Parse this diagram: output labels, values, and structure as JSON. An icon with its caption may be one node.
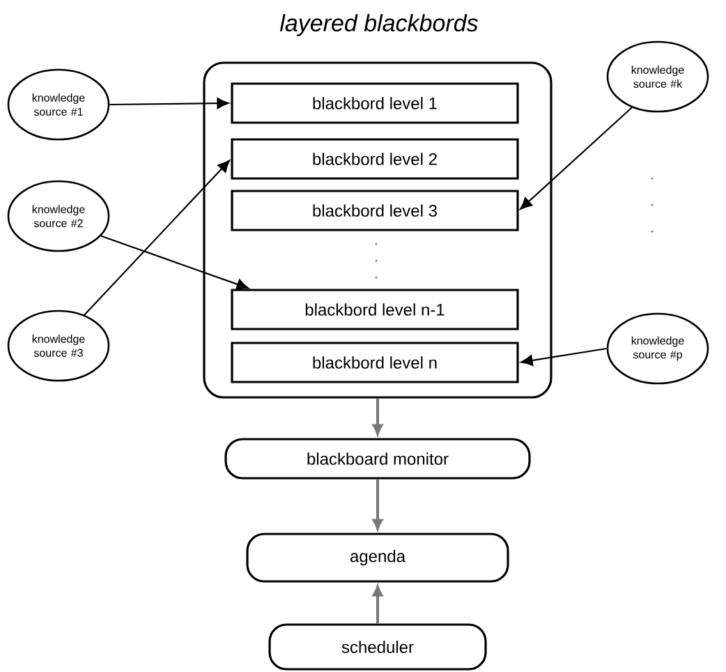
{
  "diagram": {
    "title": "layered blackbords",
    "nodes": [
      {
        "text": [],
        "shape": "box"
      },
      {
        "text": [
          "blackbord level 1"
        ],
        "in": 0
      },
      {
        "text": [
          "blackbord level 2"
        ],
        "in": 0
      },
      {
        "text": [
          "blackbord level 3"
        ],
        "in": 0
      },
      {
        "text": [
          "blackbord level n-1"
        ],
        "in": 0
      },
      {
        "text": [
          "blackbord level n"
        ],
        "in": 0
      },
      {
        "text": [
          "knowledge source #1"
        ]
      },
      {
        "text": [
          "knowledge source #2"
        ]
      },
      {
        "text": [
          "knowledge source #3"
        ]
      },
      {
        "text": [
          "knowledge source #k"
        ]
      },
      {
        "text": [
          "knowledge source #p"
        ]
      },
      {
        "text": [
          "blackboard monitor"
        ]
      },
      {
        "text": [
          "agenda"
        ]
      },
      {
        "text": [
          "scheduler"
        ]
      }
    ],
    "edges": [
      {
        "from": 6,
        "to": 1,
        "arrow": "to"
      },
      {
        "from": 8,
        "to": 2,
        "arrow": "to"
      },
      {
        "from": 7,
        "to": 4,
        "arrow": "to"
      },
      {
        "from": 9,
        "to": 3,
        "arrow": "to"
      },
      {
        "from": 10,
        "to": 5,
        "arrow": "to"
      },
      {
        "from": 0,
        "to": 11,
        "arrow": "to",
        "color": "#777777"
      },
      {
        "from": 11,
        "to": 12,
        "arrow": "to",
        "color": "#777777"
      },
      {
        "from": 13,
        "to": 12,
        "arrow": "to",
        "color": "#777777"
      }
    ]
  }
}
